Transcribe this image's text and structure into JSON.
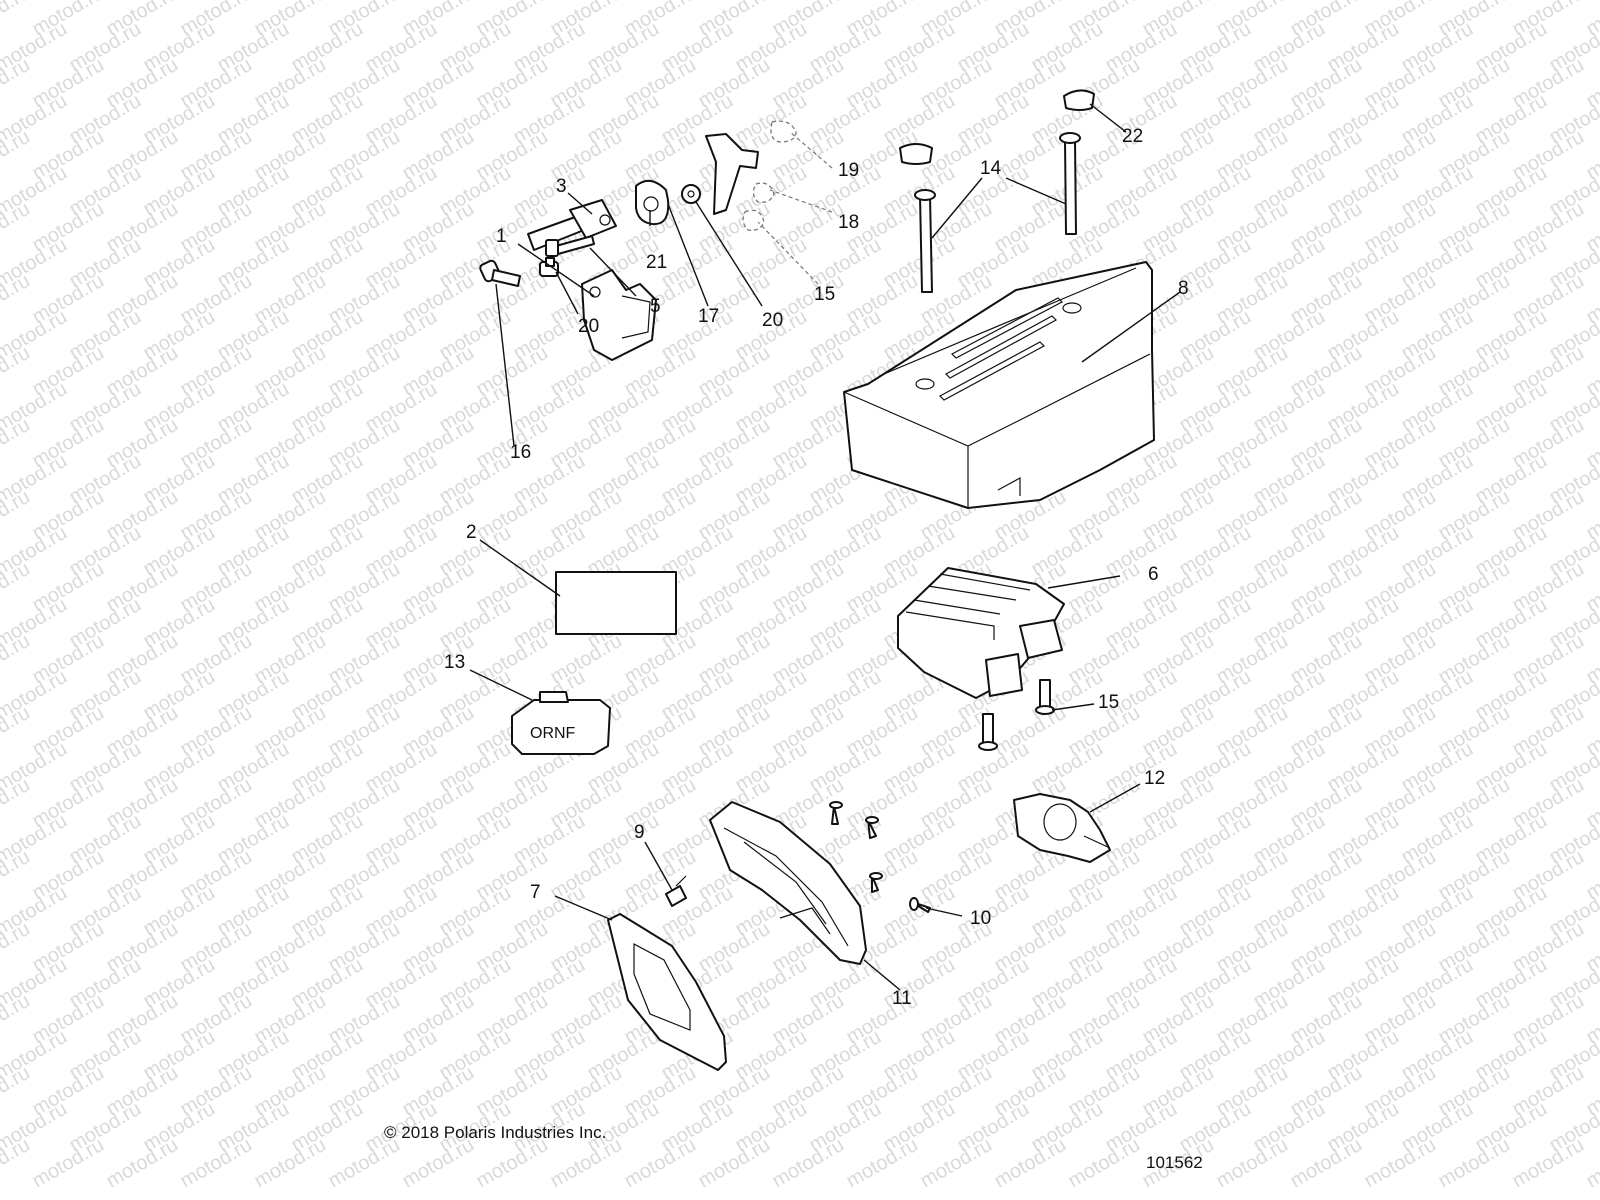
{
  "diagram": {
    "watermark_text": "motod.ru",
    "callouts": {
      "c1": "1",
      "c2": "2",
      "c3": "3",
      "c5": "5",
      "c6": "6",
      "c7": "7",
      "c8": "8",
      "c9": "9",
      "c10": "10",
      "c11": "11",
      "c12": "12",
      "c13": "13",
      "c14": "14",
      "c15a": "15",
      "c15b": "15",
      "c16": "16",
      "c17": "17",
      "c18": "18",
      "c19": "19",
      "c20a": "20",
      "c20b": "20",
      "c21": "21",
      "c22": "22"
    },
    "gear_indicator_text": "ORNF",
    "copyright": "© 2018 Polaris Industries Inc.",
    "diagram_id": "101562"
  }
}
